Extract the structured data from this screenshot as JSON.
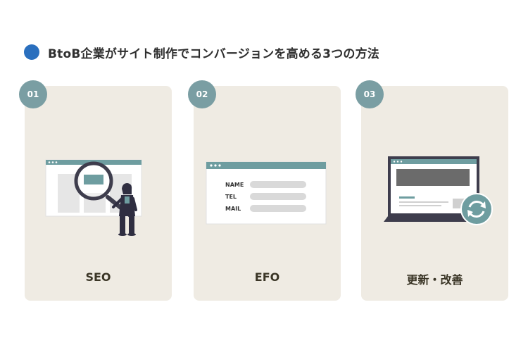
{
  "header": {
    "title": "BtoB企業がサイト制作でコンバージョンを高める3つの方法",
    "accent_color": "#2a6fbe"
  },
  "cards": [
    {
      "number": "01",
      "label": "SEO",
      "illustration": "magnifying-glass-person-website"
    },
    {
      "number": "02",
      "label": "EFO",
      "illustration": "web-form",
      "form_fields": [
        "NAME",
        "TEL",
        "MAIL"
      ]
    },
    {
      "number": "03",
      "label": "更新・改善",
      "illustration": "monitor-refresh"
    }
  ],
  "colors": {
    "card_bg": "#efebe3",
    "number_badge": "#7a9ea3",
    "accent_teal": "#6e9da0"
  }
}
